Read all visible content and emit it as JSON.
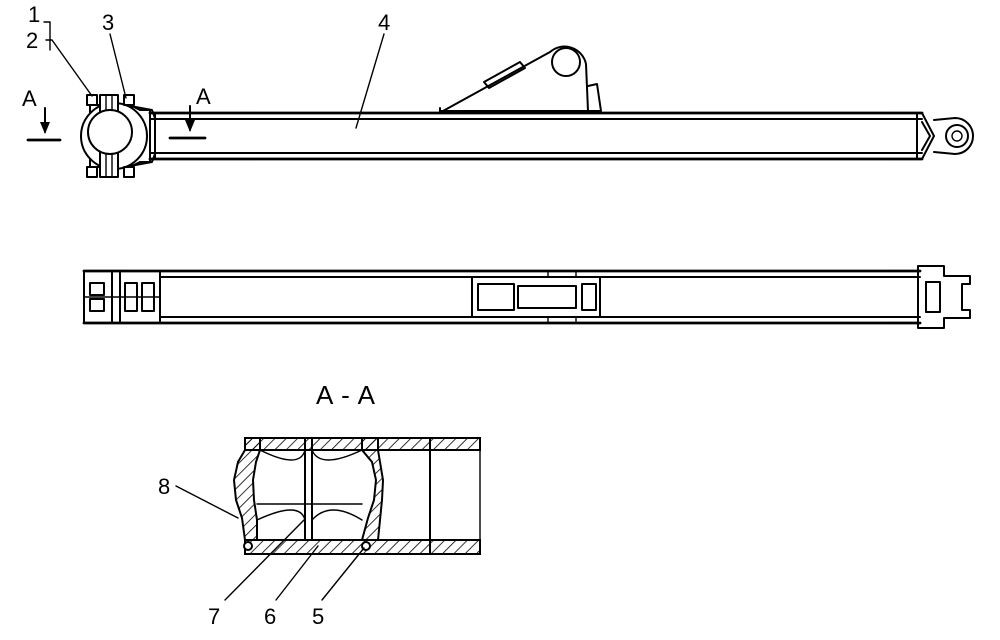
{
  "diagram": {
    "section_title": "A - A",
    "section_marker_left": "A",
    "section_marker_right": "A",
    "callouts": {
      "c1": "1",
      "c2": "2",
      "c3": "3",
      "c4": "4",
      "c5": "5",
      "c6": "6",
      "c7": "7",
      "c8": "8"
    }
  }
}
